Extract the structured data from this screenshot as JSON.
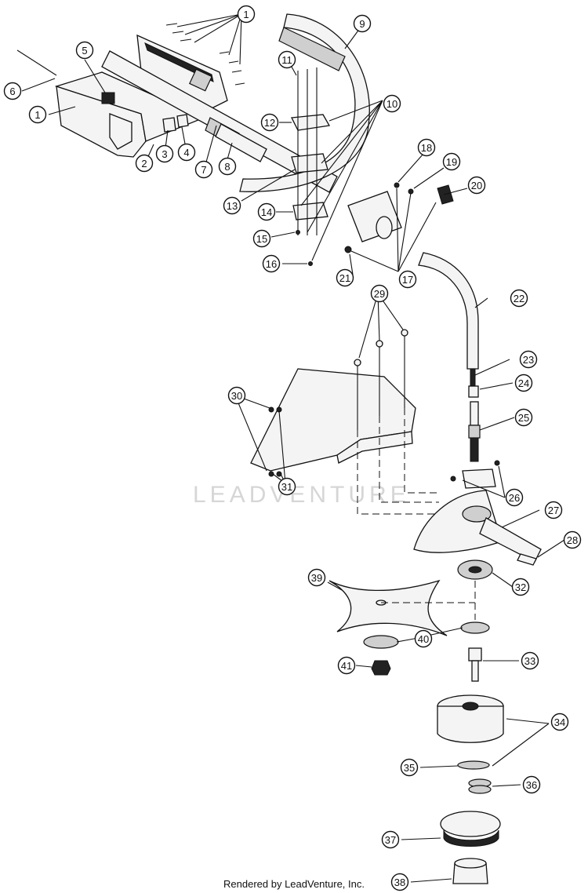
{
  "watermark": "LEADVENTURE",
  "footer": "Rendered by LeadVenture, Inc.",
  "callouts": [
    "1",
    "1",
    "2",
    "3",
    "4",
    "5",
    "6",
    "7",
    "8",
    "9",
    "10",
    "11",
    "12",
    "13",
    "14",
    "15",
    "16",
    "17",
    "18",
    "19",
    "20",
    "21",
    "22",
    "23",
    "24",
    "25",
    "26",
    "27",
    "28",
    "29",
    "30",
    "31",
    "32",
    "33",
    "34",
    "35",
    "36",
    "37",
    "38",
    "39",
    "40",
    "41"
  ]
}
